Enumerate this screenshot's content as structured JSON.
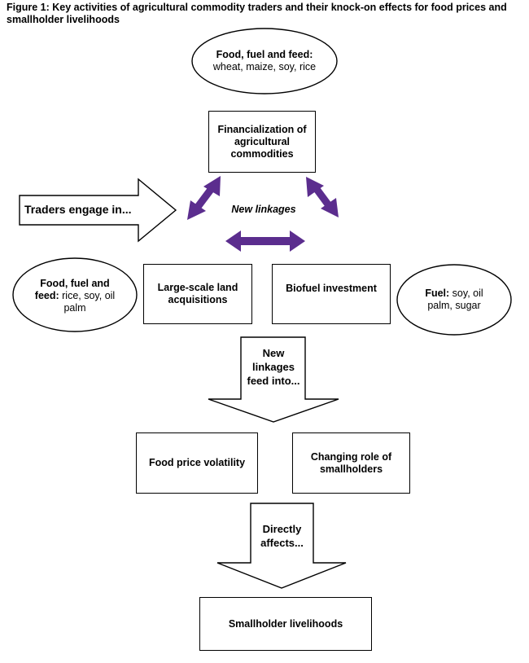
{
  "figure": {
    "title": "Figure 1: Key activities of agricultural commodity traders and their knock-on effects for food prices and smallholder livelihoods"
  },
  "nodes": {
    "ellipse_top": {
      "bold": "Food, fuel and feed:",
      "rest": "wheat, maize, soy, rice"
    },
    "financialization": "Financialization of agricultural commodities",
    "traders_arrow": "Traders engage in...",
    "new_linkages": "New linkages",
    "ellipse_left": {
      "bold": "Food, fuel and feed:",
      "rest": "rice, soy, oil palm"
    },
    "land": "Large-scale land acquisitions",
    "biofuel": "Biofuel investment",
    "ellipse_right": {
      "bold": "Fuel:",
      "rest": "soy, oil palm, sugar"
    },
    "feed_arrow": "New linkages feed into...",
    "volatility": "Food price volatility",
    "smallholders_role": "Changing role of smallholders",
    "affects_arrow": "Directly affects...",
    "livelihoods": "Smallholder livelihoods"
  },
  "colors": {
    "linkage_arrows": "#5b2d8e",
    "outline": "#000000"
  }
}
